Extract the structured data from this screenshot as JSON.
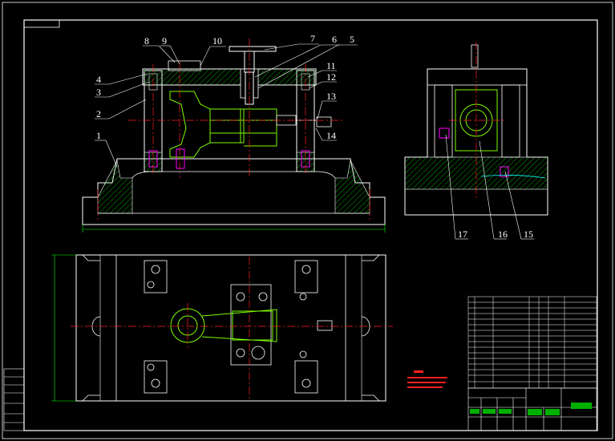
{
  "balloons": {
    "b1": "1",
    "b2": "2",
    "b3": "3",
    "b4": "4",
    "b5": "5",
    "b6": "6",
    "b7": "7",
    "b8": "8",
    "b9": "9",
    "b10": "10",
    "b11": "11",
    "b12": "12",
    "b13": "13",
    "b14": "14",
    "b15": "15",
    "b16": "16",
    "b17": "17"
  },
  "colors": {
    "background": "#000000",
    "outline": "#ffffff",
    "centerline": "#ff2020",
    "hatch": "#00e000",
    "part_green": "#7cfc00",
    "dimension": "#00ff00",
    "parts_list": "#ffffff",
    "title_cells": "#00b000",
    "note_text": "#ff2020",
    "bolt_magenta": "#ff00ff",
    "line_cyan": "#00ffff",
    "balloon_leader": "#ffffff"
  }
}
